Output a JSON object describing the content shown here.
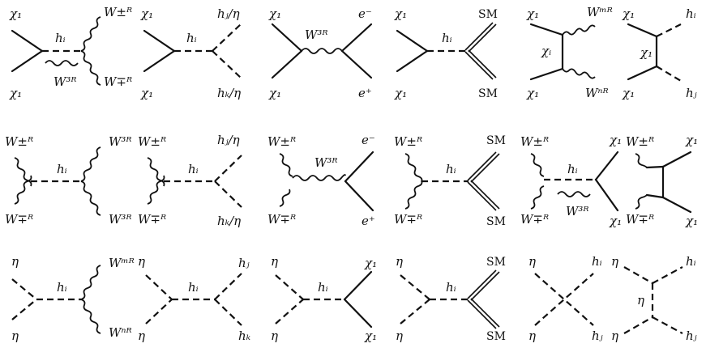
{
  "diagrams": [
    {
      "id": "d01",
      "labels": [
        "χ₁",
        "χ₁",
        "hᵢ",
        "W±ᴿ",
        "W∓ᴿ",
        "W³ᴿ"
      ]
    },
    {
      "id": "d02",
      "labels": [
        "χ₁",
        "χ₁",
        "hᵢ",
        "hⱼ/η",
        "hₖ/η"
      ]
    },
    {
      "id": "d03",
      "labels": [
        "χ₁",
        "χ₁",
        "W³ᴿ",
        "e⁻",
        "e⁺"
      ]
    },
    {
      "id": "d04",
      "labels": [
        "χ₁",
        "χ₁",
        "hᵢ",
        "SM",
        "SM"
      ]
    },
    {
      "id": "d05",
      "labels": [
        "χ₁",
        "χ₁",
        "χᵢ",
        "Wᵐᴿ",
        "Wⁿᴿ"
      ]
    },
    {
      "id": "d06",
      "labels": [
        "χ₁",
        "χ₁",
        "χ₁",
        "hᵢ",
        "hⱼ"
      ]
    },
    {
      "id": "d07",
      "labels": [
        "W±ᴿ",
        "W∓ᴿ",
        "hᵢ",
        "W³ᴿ",
        "W³ᴿ"
      ]
    },
    {
      "id": "d08",
      "labels": [
        "W±ᴿ",
        "W∓ᴿ",
        "hᵢ",
        "hⱼ/η",
        "hₖ/η"
      ]
    },
    {
      "id": "d09",
      "labels": [
        "W±ᴿ",
        "W∓ᴿ",
        "W³ᴿ",
        "e⁻",
        "e⁺"
      ]
    },
    {
      "id": "d10",
      "labels": [
        "W±ᴿ",
        "W∓ᴿ",
        "hᵢ",
        "SM",
        "SM"
      ]
    },
    {
      "id": "d11",
      "labels": [
        "W±ᴿ",
        "W∓ᴿ",
        "hᵢ",
        "W³ᴿ",
        "χ₁",
        "χ₁"
      ]
    },
    {
      "id": "d12",
      "labels": [
        "W±ᴿ",
        "W∓ᴿ",
        "χ₁",
        "χ₁"
      ]
    },
    {
      "id": "d13",
      "labels": [
        "η",
        "η",
        "hᵢ",
        "Wᵐᴿ",
        "Wⁿᴿ"
      ]
    },
    {
      "id": "d14",
      "labels": [
        "η",
        "η",
        "hᵢ",
        "hⱼ",
        "hₖ"
      ]
    },
    {
      "id": "d15",
      "labels": [
        "η",
        "η",
        "hᵢ",
        "χ₁",
        "χ₁"
      ]
    },
    {
      "id": "d16",
      "labels": [
        "η",
        "η",
        "hᵢ",
        "SM",
        "SM"
      ]
    },
    {
      "id": "d17",
      "labels": [
        "η",
        "η",
        "hᵢ",
        "hⱼ"
      ]
    },
    {
      "id": "d18",
      "labels": [
        "η",
        "η",
        "η",
        "hᵢ",
        "hⱼ"
      ]
    }
  ]
}
